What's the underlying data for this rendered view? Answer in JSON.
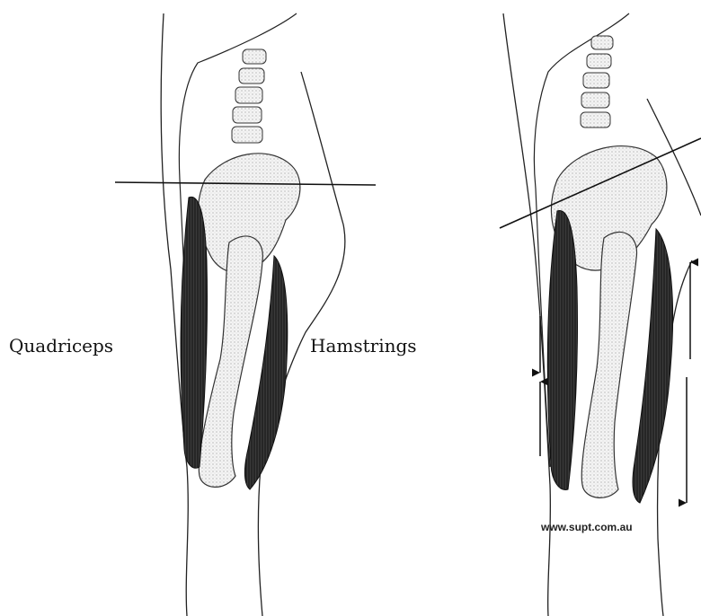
{
  "labels": {
    "quadriceps": "Quadriceps",
    "hamstrings": "Hamstrings"
  },
  "watermark": "www.supt.com.au",
  "colors": {
    "line": "#111111",
    "bone": "#f2f2f2",
    "muscle": "#2a2a2a",
    "background": "#ffffff"
  }
}
